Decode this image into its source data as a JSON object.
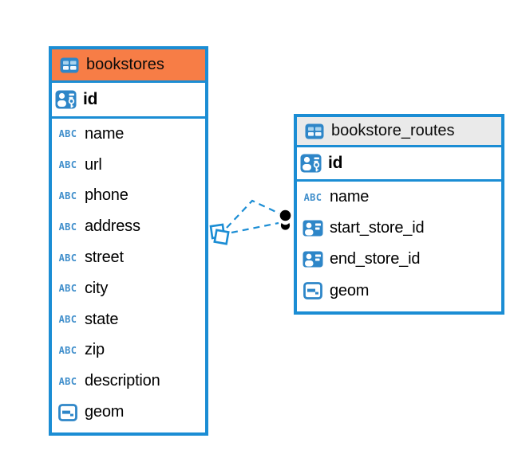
{
  "diagram": {
    "accent_color": "#1b8dd4",
    "icon_blue": "#2e86c8",
    "background_color": "#ffffff",
    "text_icon_label": "ABC",
    "tables": [
      {
        "name": "bookstores",
        "header_color": "#f77d46",
        "primary_key": {
          "name": "id"
        },
        "columns": [
          {
            "name": "name",
            "type": "text"
          },
          {
            "name": "url",
            "type": "text"
          },
          {
            "name": "phone",
            "type": "text"
          },
          {
            "name": "address",
            "type": "text"
          },
          {
            "name": "street",
            "type": "text"
          },
          {
            "name": "city",
            "type": "text"
          },
          {
            "name": "state",
            "type": "text"
          },
          {
            "name": "zip",
            "type": "text"
          },
          {
            "name": "description",
            "type": "text"
          },
          {
            "name": "geom",
            "type": "geometry"
          }
        ]
      },
      {
        "name": "bookstore_routes",
        "header_color": "#eaeaea",
        "primary_key": {
          "name": "id"
        },
        "columns": [
          {
            "name": "name",
            "type": "text"
          },
          {
            "name": "start_store_id",
            "type": "reference"
          },
          {
            "name": "end_store_id",
            "type": "reference"
          },
          {
            "name": "geom",
            "type": "geometry"
          }
        ]
      }
    ],
    "relationship": {
      "from_table": "bookstores",
      "to_table": "bookstore_routes",
      "line_style": "dashed",
      "line_color": "#1b8dd4",
      "end_marker_color": "#000000"
    }
  }
}
